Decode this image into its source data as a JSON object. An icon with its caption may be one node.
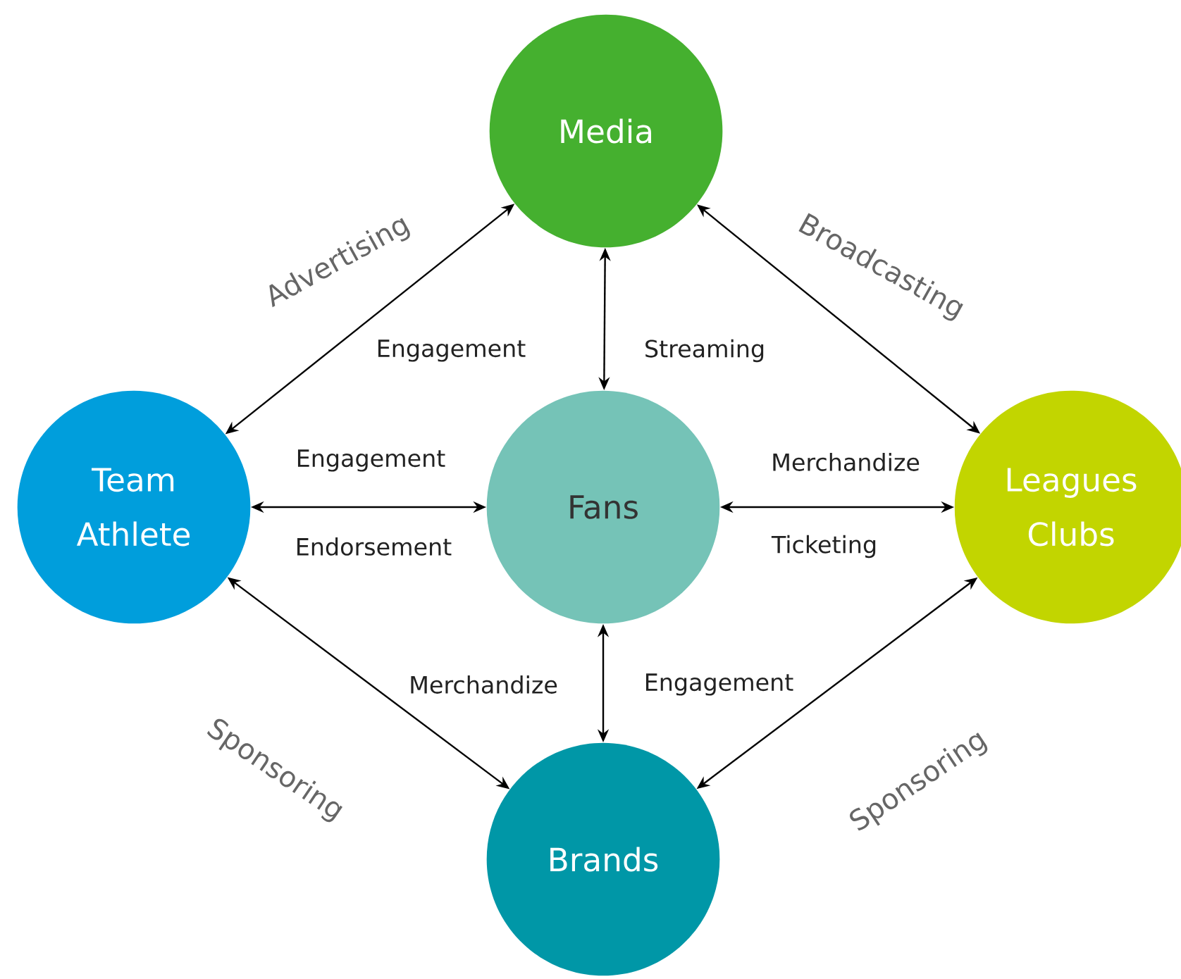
{
  "diagram": {
    "nodes": [
      {
        "text": [
          "Media"
        ]
      },
      {
        "text": [
          "Team Athlete"
        ]
      },
      {
        "text": [
          "Fans"
        ]
      },
      {
        "text": [
          "Leagues Clubs"
        ]
      },
      {
        "text": [
          "Brands"
        ]
      }
    ],
    "edges": [
      {
        "from": 0,
        "to": 1,
        "arrow": "both",
        "label": "Advertising"
      },
      {
        "from": 0,
        "to": 2,
        "arrow": "both",
        "label": "Streaming"
      },
      {
        "from": 0,
        "to": 3,
        "arrow": "both",
        "label": "Broadcasting"
      },
      {
        "from": 1,
        "to": 2,
        "arrow": "both",
        "label": "Engagement"
      },
      {
        "from": 2,
        "to": 3,
        "arrow": "both",
        "label": "Merchandize"
      },
      {
        "from": 1,
        "to": 4,
        "arrow": "both",
        "label": "Sponsoring"
      },
      {
        "from": 2,
        "to": 4,
        "arrow": "both",
        "label": "Merchandize"
      },
      {
        "from": 3,
        "to": 4,
        "arrow": "both",
        "label": "Sponsoring"
      }
    ],
    "labels": [
      "Engagement",
      "Endorsement",
      "Ticketing",
      "Engagement"
    ]
  }
}
